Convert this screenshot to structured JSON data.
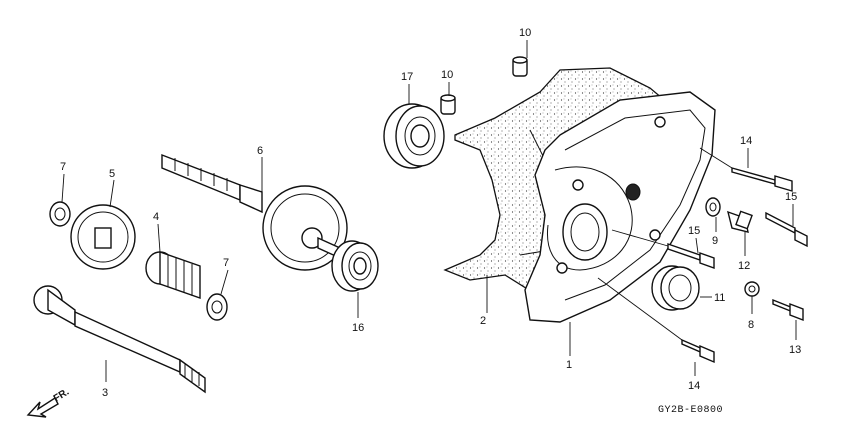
{
  "callouts": [
    {
      "id": "c1",
      "label": "1"
    },
    {
      "id": "c2",
      "label": "2"
    },
    {
      "id": "c3",
      "label": "3"
    },
    {
      "id": "c4",
      "label": "4"
    },
    {
      "id": "c5",
      "label": "5"
    },
    {
      "id": "c6",
      "label": "6"
    },
    {
      "id": "c7a",
      "label": "7"
    },
    {
      "id": "c7b",
      "label": "7"
    },
    {
      "id": "c8",
      "label": "8"
    },
    {
      "id": "c9",
      "label": "9"
    },
    {
      "id": "c10a",
      "label": "10"
    },
    {
      "id": "c10b",
      "label": "10"
    },
    {
      "id": "c11",
      "label": "11"
    },
    {
      "id": "c12",
      "label": "12"
    },
    {
      "id": "c13",
      "label": "13"
    },
    {
      "id": "c14a",
      "label": "14"
    },
    {
      "id": "c14b",
      "label": "14"
    },
    {
      "id": "c15a",
      "label": "15"
    },
    {
      "id": "c15b",
      "label": "15"
    },
    {
      "id": "c16",
      "label": "16"
    },
    {
      "id": "c17",
      "label": "17"
    }
  ],
  "direction_label": "FR.",
  "diagram_code": "GY2B-E0800"
}
